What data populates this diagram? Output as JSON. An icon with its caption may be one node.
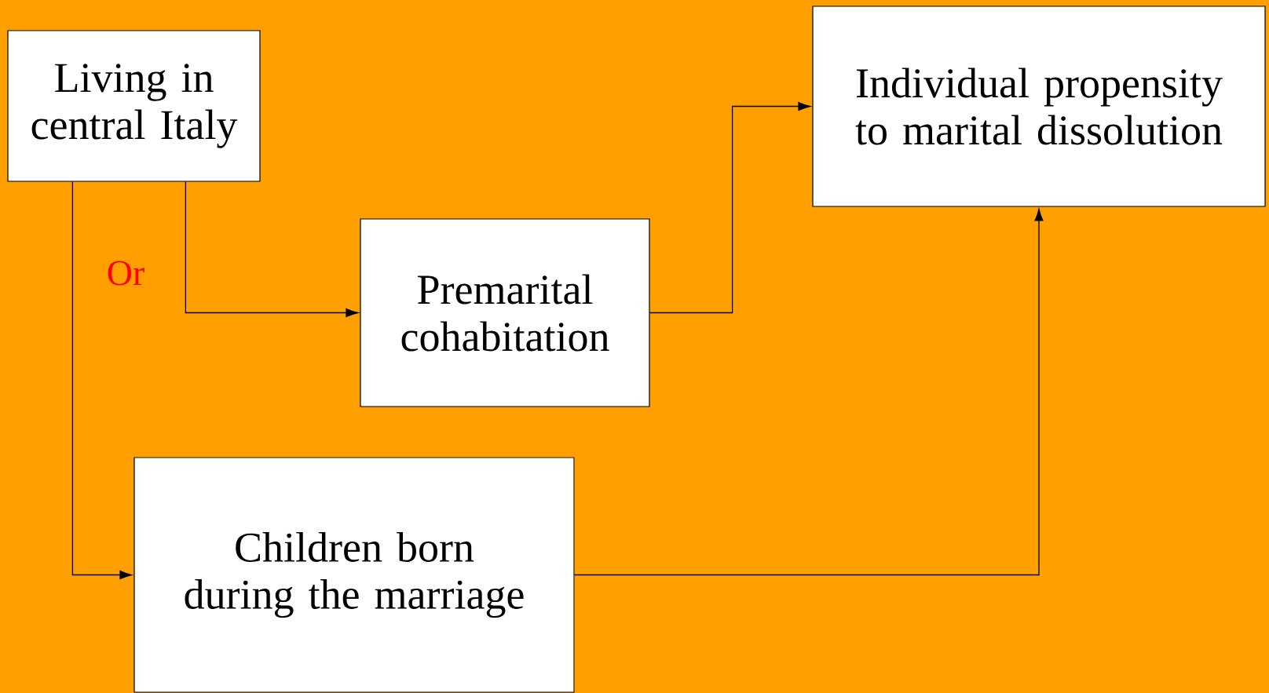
{
  "diagram": {
    "nodes": [
      {
        "text": [
          "Living in central Italy"
        ]
      },
      {
        "text": [
          "Premarital cohabitation"
        ]
      },
      {
        "text": [
          "Individual propensity to marital dissolution"
        ]
      },
      {
        "text": [
          "Children born during the marriage"
        ]
      }
    ],
    "edges": [
      {
        "from": 0,
        "to": 1,
        "arrow": "to"
      },
      {
        "from": 0,
        "to": 3,
        "arrow": "to"
      },
      {
        "from": 1,
        "to": 2,
        "arrow": "to"
      },
      {
        "from": 3,
        "to": 2,
        "arrow": "to"
      }
    ],
    "labels": [
      "Or"
    ]
  }
}
